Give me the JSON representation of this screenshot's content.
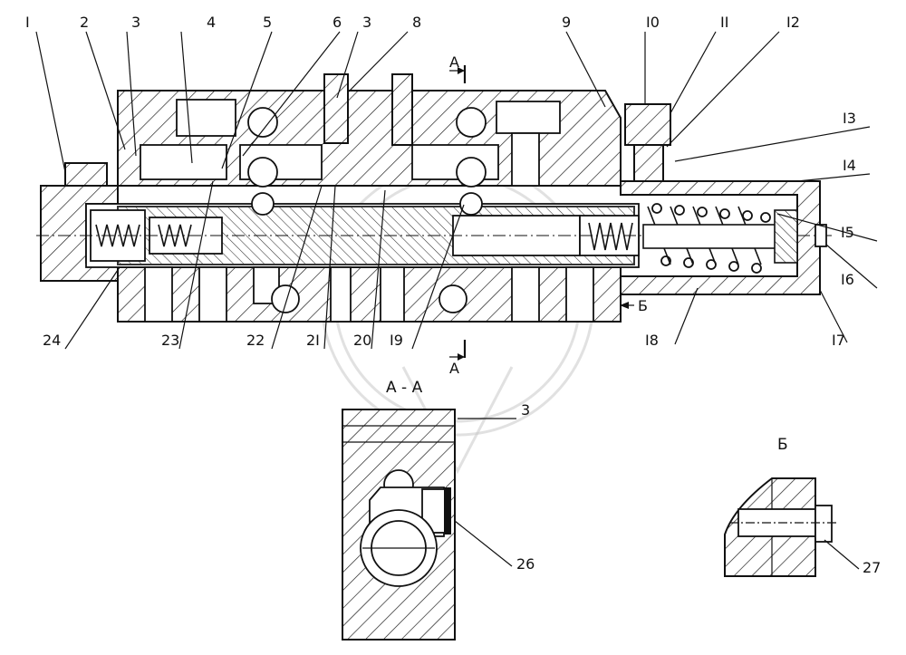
{
  "labels": {
    "p1": "I",
    "p2": "2",
    "p3": "3",
    "p4": "4",
    "p5": "5",
    "p6": "6",
    "p3b": "3",
    "p8": "8",
    "p9": "9",
    "p10": "I0",
    "p11": "II",
    "p12": "I2",
    "p13": "I3",
    "p14": "I4",
    "p15": "I5",
    "p16": "I6",
    "p17": "I7",
    "p18": "I8",
    "p19": "I9",
    "p20": "20",
    "p21": "2I",
    "p22": "22",
    "p23": "23",
    "p24": "24",
    "p3c": "3",
    "p26": "26",
    "p27": "27"
  },
  "section_marks": {
    "a_top": "A",
    "a_bottom": "A",
    "b_arrow": "Б"
  },
  "views": {
    "section_aa": "А - А",
    "view_b": "Б"
  }
}
